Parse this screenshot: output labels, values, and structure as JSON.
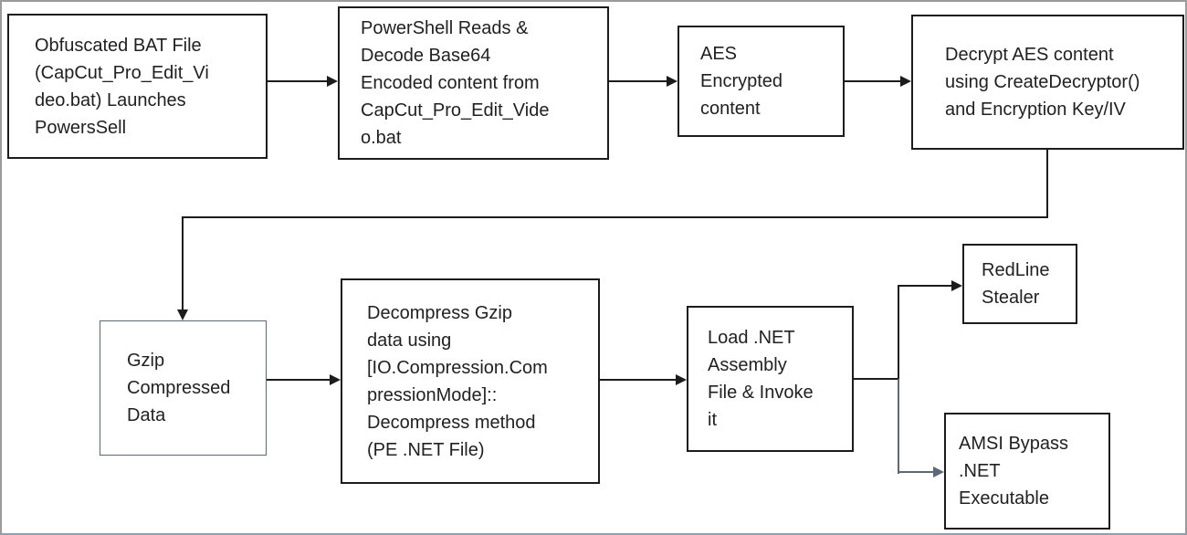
{
  "diagram_type": "flowchart",
  "subject": "Obfuscated BAT file to RedLine Stealer execution chain",
  "nodes": {
    "bat": {
      "text": "Obfuscated BAT File\n(CapCut_Pro_Edit_Vi\ndeo.bat) Launches\nPowersSell"
    },
    "powershell": {
      "text": "PowerShell Reads &\nDecode Base64\nEncoded content from\nCapCut_Pro_Edit_Vide\no.bat"
    },
    "aes": {
      "text": "AES\nEncrypted\ncontent"
    },
    "decrypt": {
      "text": "Decrypt AES content\nusing CreateDecryptor()\nand Encryption Key/IV"
    },
    "gzip": {
      "text": "Gzip\nCompressed\nData"
    },
    "decompress": {
      "text": "Decompress Gzip\ndata using\n[IO.Compression.Com\npressionMode]::\nDecompress method\n(PE .NET File)"
    },
    "load": {
      "text": "Load .NET\nAssembly\nFile & Invoke\nit"
    },
    "redline": {
      "text": "RedLine\nStealer"
    },
    "amsi": {
      "text": "AMSI Bypass\n.NET\nExecutable"
    }
  },
  "edges": [
    {
      "from": "bat",
      "to": "powershell"
    },
    {
      "from": "powershell",
      "to": "aes"
    },
    {
      "from": "aes",
      "to": "decrypt"
    },
    {
      "from": "decrypt",
      "to": "gzip"
    },
    {
      "from": "gzip",
      "to": "decompress"
    },
    {
      "from": "decompress",
      "to": "load"
    },
    {
      "from": "load",
      "to": "redline"
    },
    {
      "from": "load",
      "to": "amsi"
    }
  ],
  "colors": {
    "line": "#1c1c1c",
    "alt_line": "#5a6878",
    "text": "#212121",
    "frame_border": "#9b9b9b",
    "background": "#ffffff"
  }
}
